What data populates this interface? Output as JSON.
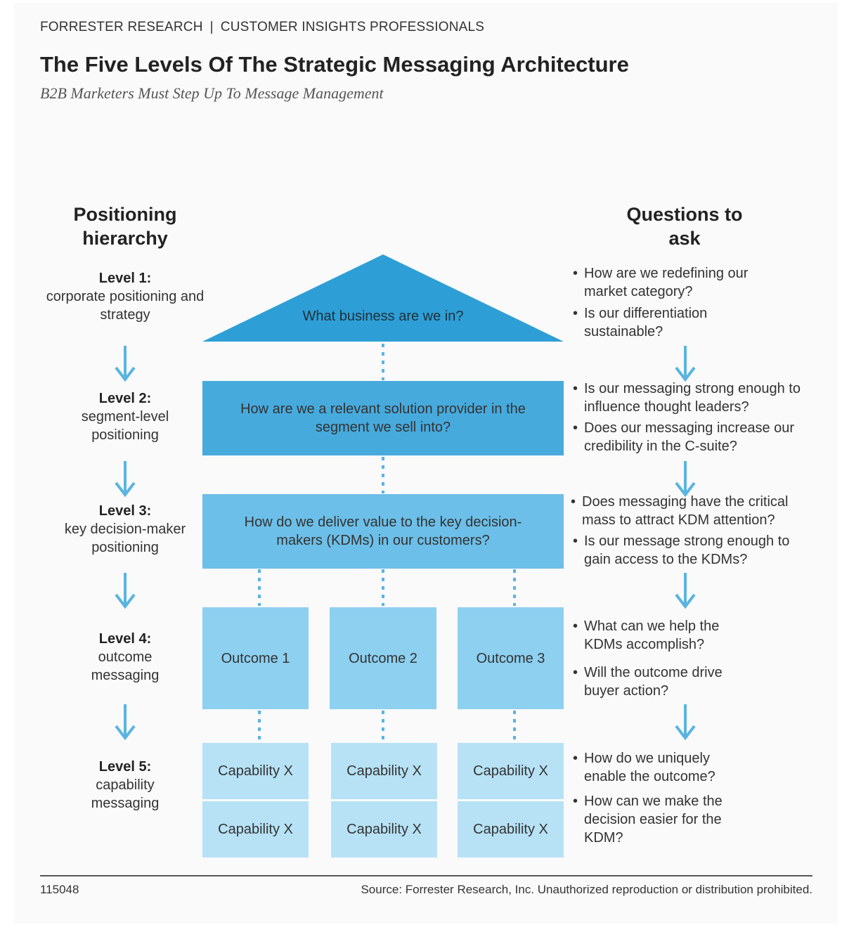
{
  "header": {
    "publisher": "FORRESTER RESEARCH",
    "separator": "|",
    "audience": "CUSTOMER INSIGHTS PROFESSIONALS"
  },
  "title": "The Five Levels Of The Strategic Messaging Architecture",
  "subtitle": "B2B Marketers Must Step Up To Message Management",
  "left_heading": "Positioning hierarchy",
  "right_heading": "Questions to ask",
  "levels": [
    {
      "label": "Level 1:",
      "desc": "corporate positioning and strategy"
    },
    {
      "label": "Level 2:",
      "desc": "segment-level positioning"
    },
    {
      "label": "Level 3:",
      "desc": "key decision-maker positioning"
    },
    {
      "label": "Level 4:",
      "desc": "outcome messaging"
    },
    {
      "label": "Level 5:",
      "desc": "capability messaging"
    }
  ],
  "diagram": {
    "roof_text": "What business are we in?",
    "level2_text": "How are we a relevant solution provider in the segment we sell into?",
    "level3_text": "How do we deliver value to the key decision-makers (KDMs) in our customers?",
    "outcomes": [
      "Outcome 1",
      "Outcome 2",
      "Outcome 3"
    ],
    "capabilities": [
      "Capability X",
      "Capability X",
      "Capability X",
      "Capability X",
      "Capability X",
      "Capability X"
    ]
  },
  "questions": [
    [
      "How are we redefining our market category?",
      "Is our differentiation sustainable?"
    ],
    [
      "Is our messaging strong enough to influence thought leaders?",
      "Does our messaging increase our credibility in the C-suite?"
    ],
    [
      "Does messaging have the critical mass to attract KDM attention?",
      "Is our message strong enough to gain access to the KDMs?"
    ],
    [
      "What can we help the KDMs accomplish?",
      "Will the outcome drive buyer action?"
    ],
    [
      "How do we uniquely enable the outcome?",
      "How can we make the decision easier for the KDM?"
    ]
  ],
  "bullet": "•",
  "footer": {
    "id": "115048",
    "source": "Source: Forrester Research, Inc. Unauthorized reproduction or distribution prohibited."
  },
  "colors": {
    "roof": "#2e9fd6",
    "level2": "#47aadd",
    "level3": "#6cbfe8",
    "outcome": "#8dd0f0",
    "capability": "#b7e2f5",
    "arrow": "#5ab4e0"
  },
  "icons": {
    "level_arrow": "down-arrow-icon"
  }
}
